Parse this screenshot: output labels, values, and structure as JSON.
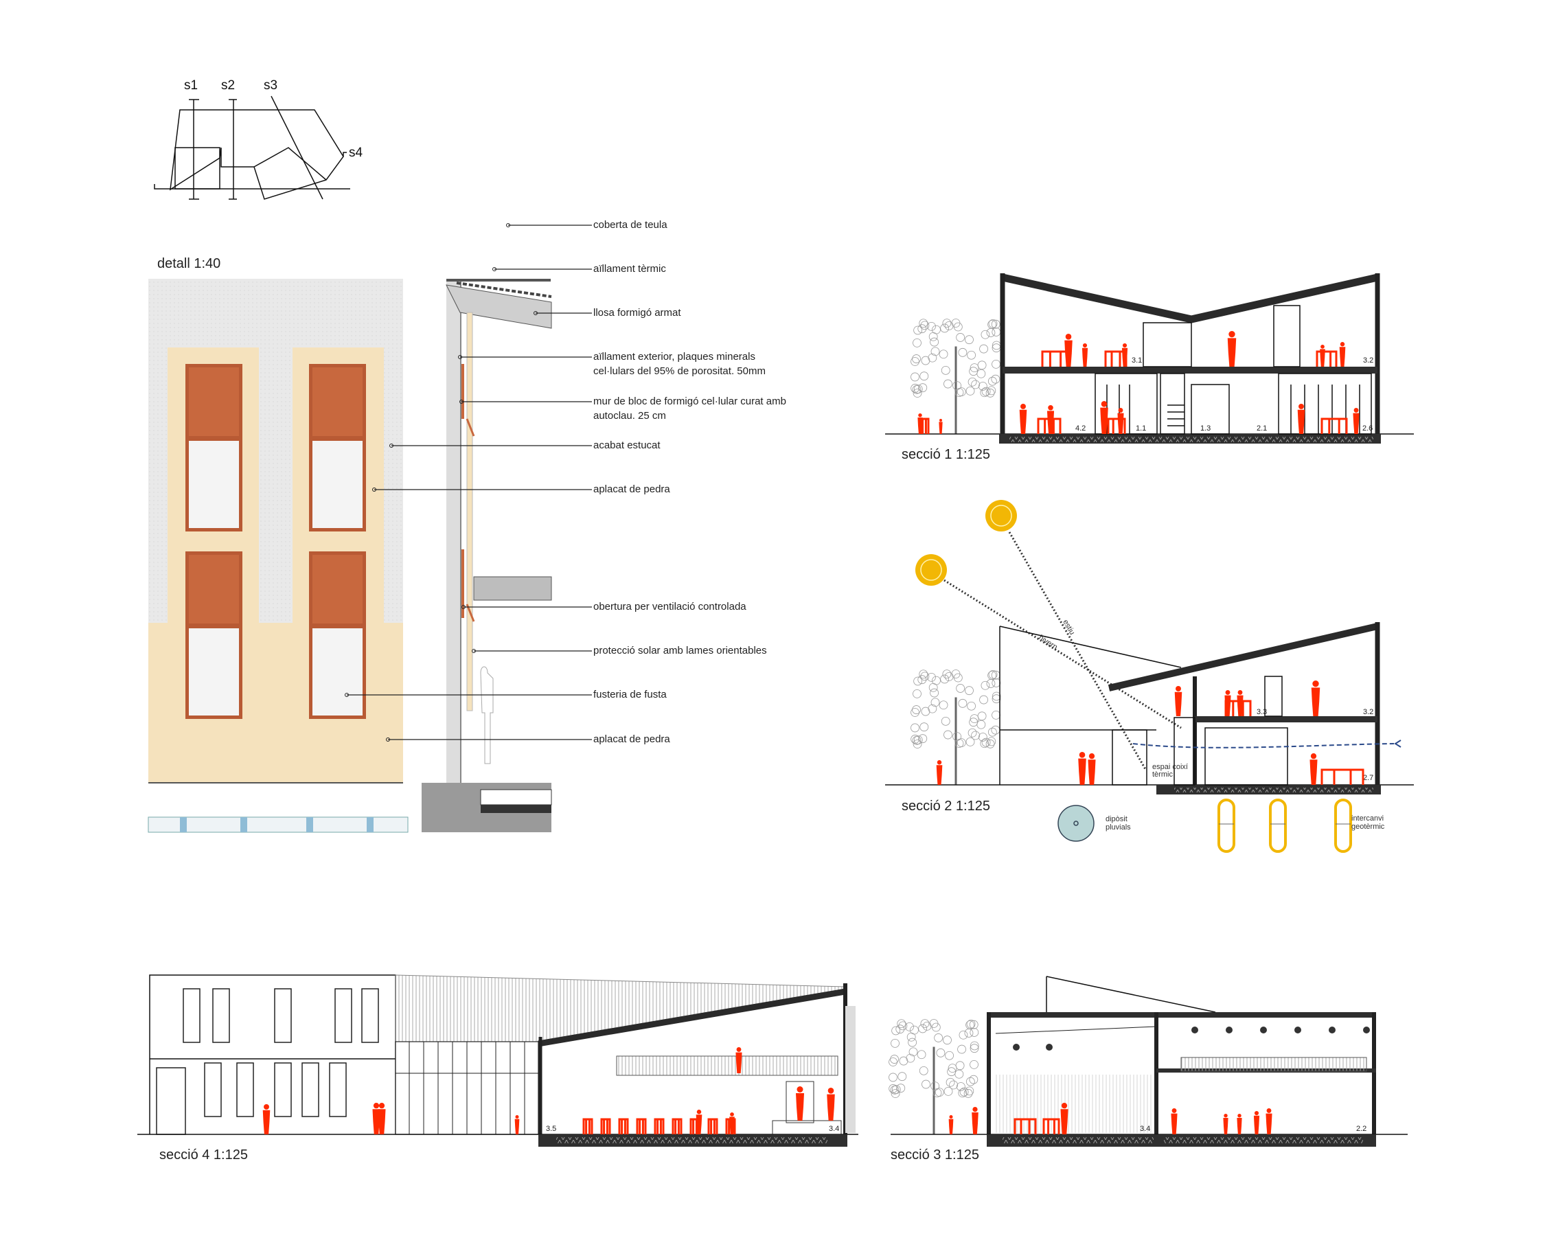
{
  "key_plan": {
    "section_marks": [
      "s1",
      "s2",
      "s3",
      "s4"
    ]
  },
  "detail": {
    "title": "detall  1:40",
    "callouts": [
      {
        "lines": [
          "coberta de teula"
        ]
      },
      {
        "lines": [
          "aïllament tèrmic"
        ]
      },
      {
        "lines": [
          "llosa formigó armat"
        ]
      },
      {
        "lines": [
          "aïllament  exterior, plaques minerals",
          "cel·lulars del 95% de porositat. 50mm"
        ]
      },
      {
        "lines": [
          "mur de bloc de formigó cel·lular curat amb",
          "autoclau. 25 cm"
        ]
      },
      {
        "lines": [
          "acabat estucat"
        ]
      },
      {
        "lines": [
          "aplacat de pedra"
        ]
      },
      {
        "lines": [
          "obertura per ventilació controlada"
        ]
      },
      {
        "lines": [
          "protecció solar amb lames orientables"
        ]
      },
      {
        "lines": [
          "fusteria de fusta"
        ]
      },
      {
        "lines": [
          "aplacat de pedra"
        ]
      }
    ]
  },
  "section1": {
    "title": "secció 1  1:125",
    "rooms": [
      "3.1",
      "3.2",
      "4.2",
      "1.1",
      "1.3",
      "2.1",
      "2.6"
    ]
  },
  "section2": {
    "title": "secció 2  1:125",
    "sun_summer": "estiu",
    "sun_winter": "hivern",
    "rooms": [
      "3.3",
      "3.2",
      "2.7"
    ],
    "buffer_label": [
      "espai coixí",
      "tèrmic"
    ],
    "tank_label": [
      "dipòsit",
      "pluvials"
    ],
    "geo_label": [
      "intercanvi",
      "geotèrmic"
    ]
  },
  "section3": {
    "title": "secció 3  1:125",
    "rooms": [
      "3.4",
      "2.2"
    ]
  },
  "section4": {
    "title": "secció 4  1:125",
    "rooms": [
      "3.5",
      "3.4"
    ]
  },
  "colors": {
    "figure": "#ff2a00",
    "sun": "#f2b705",
    "stone": "#f5e2bd",
    "timber": "#c8683e",
    "render": "#ececec",
    "tank": "#b9d6d6"
  }
}
